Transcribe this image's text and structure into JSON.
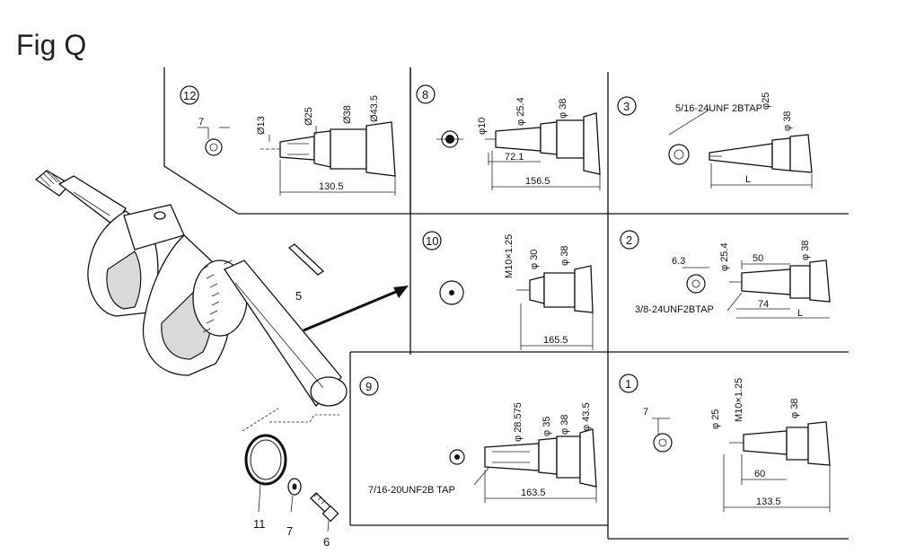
{
  "title": "Fig Q",
  "parts": {
    "p5": "5",
    "p11": "11",
    "p7": "7",
    "p6": "6"
  },
  "panels": {
    "p12": {
      "num": "12",
      "d1": "7",
      "d2": "Ø13",
      "d3": "Ø25",
      "d4": "Ø38",
      "d5": "Ø43.5",
      "len": "130.5"
    },
    "p8": {
      "num": "8",
      "d1": "φ10",
      "d2": "φ 25.4",
      "d3": "φ 38",
      "len1": "72.1",
      "len2": "156.5"
    },
    "p3": {
      "num": "3",
      "tap": "5/16-24UNF 2BTAP",
      "d1": "φ25",
      "d2": "φ 38",
      "len": "L"
    },
    "p10": {
      "num": "10",
      "thread": "M10×1.25",
      "d1": "φ 30",
      "d2": "φ 38",
      "len": "165.5"
    },
    "p2": {
      "num": "2",
      "d1": "6.3",
      "d2": "φ 25.4",
      "d3": "φ 38",
      "len1": "50",
      "len2": "74",
      "len3": "L",
      "tap": "3/8-24UNF2BTAP"
    },
    "p9": {
      "num": "9",
      "d1": "φ 28.575",
      "d2": "φ 35",
      "d3": "φ 38",
      "d4": "φ 43.5",
      "len": "163.5",
      "tap": "7/16-20UNF2B TAP"
    },
    "p1": {
      "num": "1",
      "d0": "7",
      "d1": "φ 25",
      "thread": "M10×1.25",
      "d2": "φ 38",
      "len1": "60",
      "len2": "133.5"
    }
  }
}
